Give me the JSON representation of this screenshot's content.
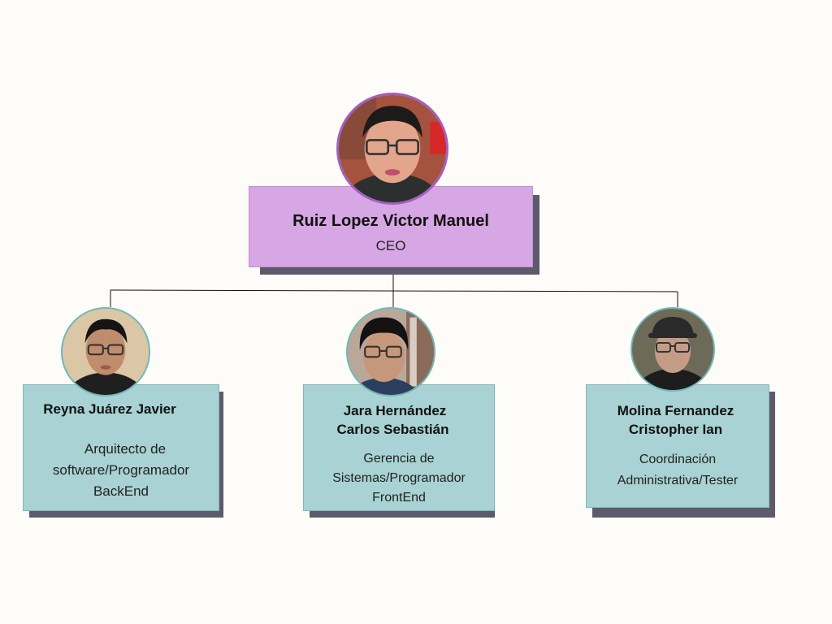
{
  "ceo": {
    "name": "Ruiz Lopez Victor Manuel",
    "role": "CEO",
    "avatar_icon": "person-photo"
  },
  "members": [
    {
      "name_lines": [
        "Reyna Juárez Javier"
      ],
      "role_lines": [
        "Arquitecto de",
        "software/Programador",
        "BackEnd"
      ],
      "avatar_icon": "person-photo"
    },
    {
      "name_lines": [
        "Jara Hernández",
        "Carlos Sebastián"
      ],
      "role_lines": [
        "Gerencia de",
        "Sistemas/Programador",
        "FrontEnd"
      ],
      "avatar_icon": "person-photo"
    },
    {
      "name_lines": [
        "Molina Fernandez",
        "Cristopher Ian"
      ],
      "role_lines": [
        "Coordinación",
        "Administrativa/Tester"
      ],
      "avatar_icon": "person-photo"
    }
  ],
  "colors": {
    "background": "#fdfcf8",
    "ceo_card": "#d7a6e4",
    "member_card": "#a8d2d3",
    "shadow": "#5d5b6b",
    "ceo_avatar_ring": "#a45fc0",
    "member_avatar_ring": "#6fb8bb"
  }
}
